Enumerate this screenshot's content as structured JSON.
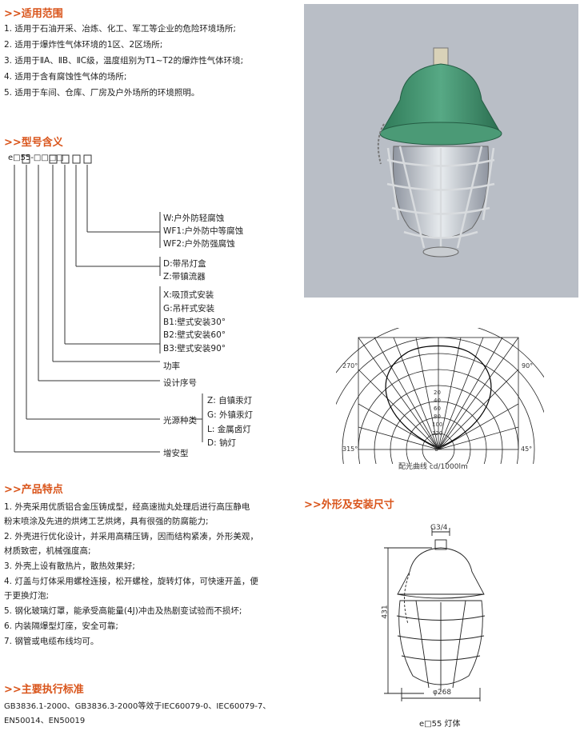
{
  "scope": {
    "title": ">>适用范围",
    "items": [
      "1. 适用于石油开采、冶炼、化工、军工等企业的危险环境场所;",
      "2. 适用于爆炸性气体环境的1区、2区场所;",
      "3. 适用于ⅡA、ⅡB、ⅡC级，温度组别为T1~T2的爆炸性气体环境;",
      "4. 适用于含有腐蚀性气体的场所;",
      "5. 适用于车间、仓库、厂房及户外场所的环境照明。"
    ]
  },
  "model": {
    "title": ">>型号含义",
    "code": "e□55-□□□□",
    "labels": {
      "w": "W:户外防轻腐蚀",
      "wf1": "WF1:户外防中等腐蚀",
      "wf2": "WF2:户外防强腐蚀",
      "d": "D:带吊灯盒",
      "z": "Z:带镇流器",
      "x": "X:吸顶式安装",
      "g": "G:吊杆式安装",
      "b1": "B1:壁式安装30°",
      "b2": "B2:壁式安装60°",
      "b3": "B3:壁式安装90°",
      "power": "功率",
      "serial": "设计序号",
      "source_kind": "光源种类",
      "src_z": "Z:  自镇汞灯",
      "src_g": "G:  外镇汞灯",
      "src_l": "L:  金属卤灯",
      "src_d": "D:  钠灯",
      "explosion": "增安型"
    }
  },
  "features": {
    "title": ">>产品特点",
    "lines": [
      "1. 外壳采用优质铝合金压铸成型，经高速抛丸处理后进行高压静电",
      "    粉末喷涂及先进的烘烤工艺烘烤，具有很强的防腐能力;",
      "2. 外壳进行优化设计，并采用高精压铸，因而结构紧凑，外形美观，",
      "    材质致密，机械强度高;",
      "3. 外壳上设有散热片，散热效果好;",
      "4. 灯盖与灯体采用螺栓连接，松开螺栓，旋转灯体，可快速开盖，便",
      "    于更换灯泡;",
      "5. 钢化玻璃灯罩，能承受高能量(4J)冲击及热剧变试验而不损坏;",
      "6. 内装隔爆型灯座，安全可靠;",
      "7. 钢管或电缆布线均可。"
    ]
  },
  "standards": {
    "title": ">>主要执行标准",
    "lines": [
      "GB3836.1-2000、GB3836.3-2000等效于IEC60079-0、IEC60079-7、",
      "EN50014、EN50019"
    ]
  },
  "polar": {
    "angle_270": "270°",
    "angle_90": "90°",
    "angle_315": "315°",
    "angle_0": "0°",
    "angle_45": "45°",
    "radial": [
      "20",
      "40",
      "60",
      "80",
      "100",
      "120"
    ],
    "caption": "配光曲线 cd/1000lm"
  },
  "dimensions": {
    "title": ">>外形及安装尺寸",
    "thread": "G3/4",
    "height": "431",
    "diameter": "φ268",
    "caption": "e□55 灯体"
  },
  "colors": {
    "accent": "#d9541a",
    "photo_bg": "#b9bec6",
    "shade_green": "#3e8e6a"
  }
}
